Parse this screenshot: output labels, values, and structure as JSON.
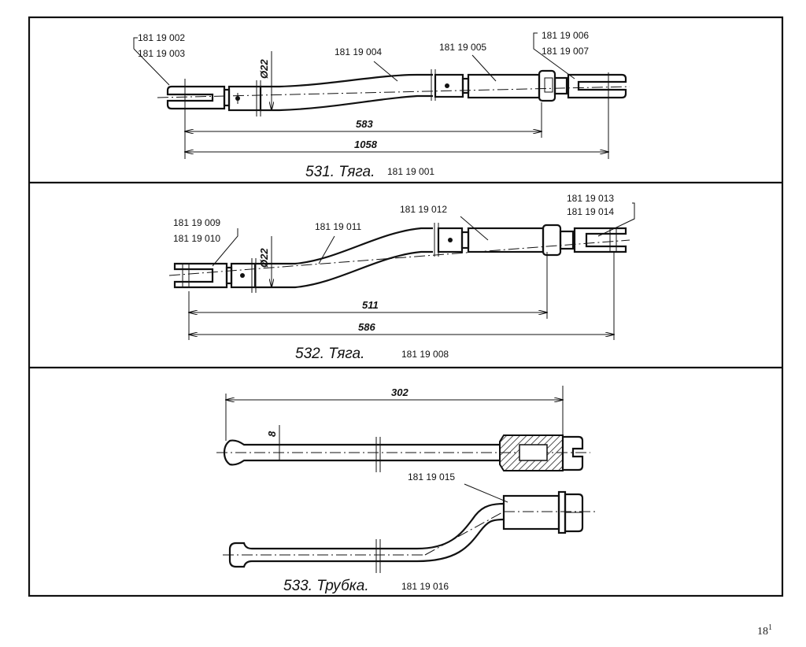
{
  "page_number": "18",
  "page_number_sup": "1",
  "figures": [
    {
      "title": "531. Тяга.",
      "code": "181 19 001",
      "labels": [
        "181 19 002",
        "181 19 003",
        "181 19 004",
        "181 19 005",
        "181 19 006",
        "181 19 007"
      ],
      "diameter": "Ø22",
      "dims": [
        "583",
        "1058"
      ]
    },
    {
      "title": "532. Тяга.",
      "code": "181 19 008",
      "labels": [
        "181 19 009",
        "181 19 010",
        "181 19 011",
        "181 19 012",
        "181 19 013",
        "181 19 014"
      ],
      "diameter": "Ø22",
      "dims": [
        "511",
        "586"
      ]
    },
    {
      "title": "533. Трубка.",
      "code": "181 19 016",
      "labels": [
        "181 19 015"
      ],
      "diameter": "8",
      "dims": [
        "302"
      ]
    }
  ]
}
